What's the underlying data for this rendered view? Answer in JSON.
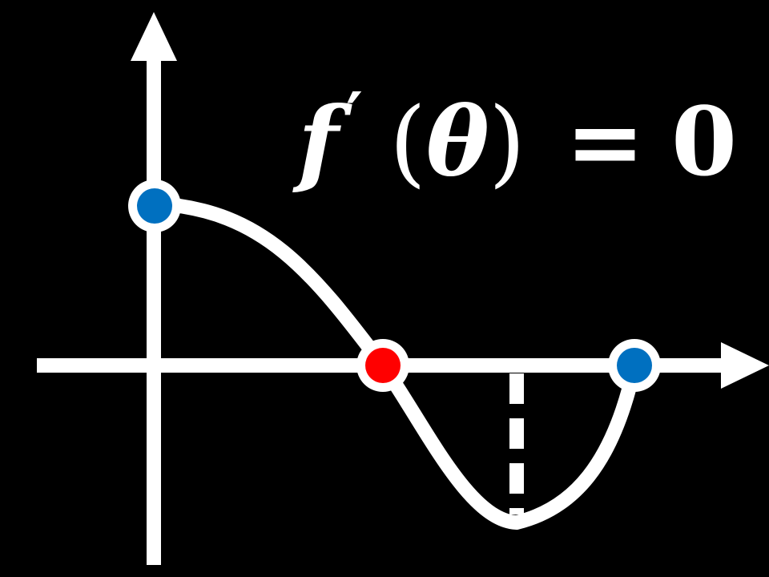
{
  "equation": {
    "func": "f",
    "prime": "′",
    "open_paren": "(",
    "variable": "θ",
    "close_paren": ")",
    "equals": "=",
    "rhs": "0"
  },
  "colors": {
    "background": "#000000",
    "foreground": "#ffffff",
    "point_blue": "#0070c0",
    "point_red": "#ff0000"
  },
  "points": [
    {
      "name": "y-intercept-point",
      "color": "blue"
    },
    {
      "name": "middle-root-point",
      "color": "red"
    },
    {
      "name": "right-root-point",
      "color": "blue"
    }
  ]
}
